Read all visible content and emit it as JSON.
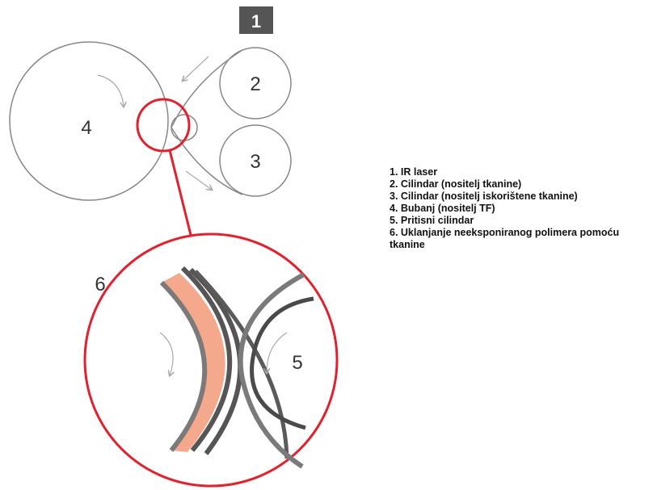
{
  "diagram": {
    "badge": "1",
    "labels": {
      "drum": "4",
      "cylinder_2": "2",
      "cylinder_3": "3",
      "detail": "6",
      "pressure_cylinder": "5"
    },
    "colors": {
      "accent_red": "#e3212e",
      "line_gray": "#888888",
      "dark_gray": "#4a4a4a",
      "polymer_salmon": "#f4a98d",
      "badge_bg": "#555555"
    }
  },
  "legend": {
    "items": [
      "1. IR laser",
      "2. Cilindar (nositelj tkanine)",
      "3. Cilindar (nositelj iskorištene tkanine)",
      "4. Bubanj (nositelj TF)",
      "5. Pritisni cilindar",
      "6. Uklanjanje neeksponiranog polimera pomoću tkanine"
    ]
  }
}
